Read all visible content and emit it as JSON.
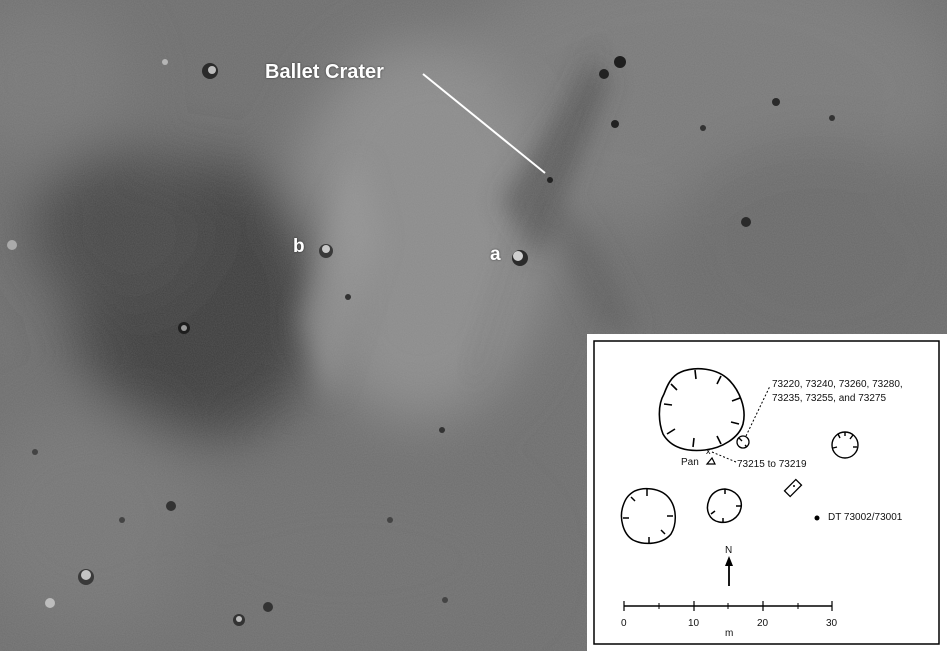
{
  "photo": {
    "labels": {
      "ballet_crater": "Ballet Crater",
      "a": "a",
      "b": "b"
    }
  },
  "inset_map": {
    "sample_group_1_line1": "73220, 73240, 73260, 73280,",
    "sample_group_1_line2": "73235, 73255, and 73275",
    "sample_group_2": "73215 to 73219",
    "pan_label": "Pan",
    "drive_tube": "DT 73002/73001",
    "north_label": "N",
    "scale": {
      "ticks": [
        "0",
        "10",
        "20",
        "30"
      ],
      "unit": "m"
    }
  }
}
